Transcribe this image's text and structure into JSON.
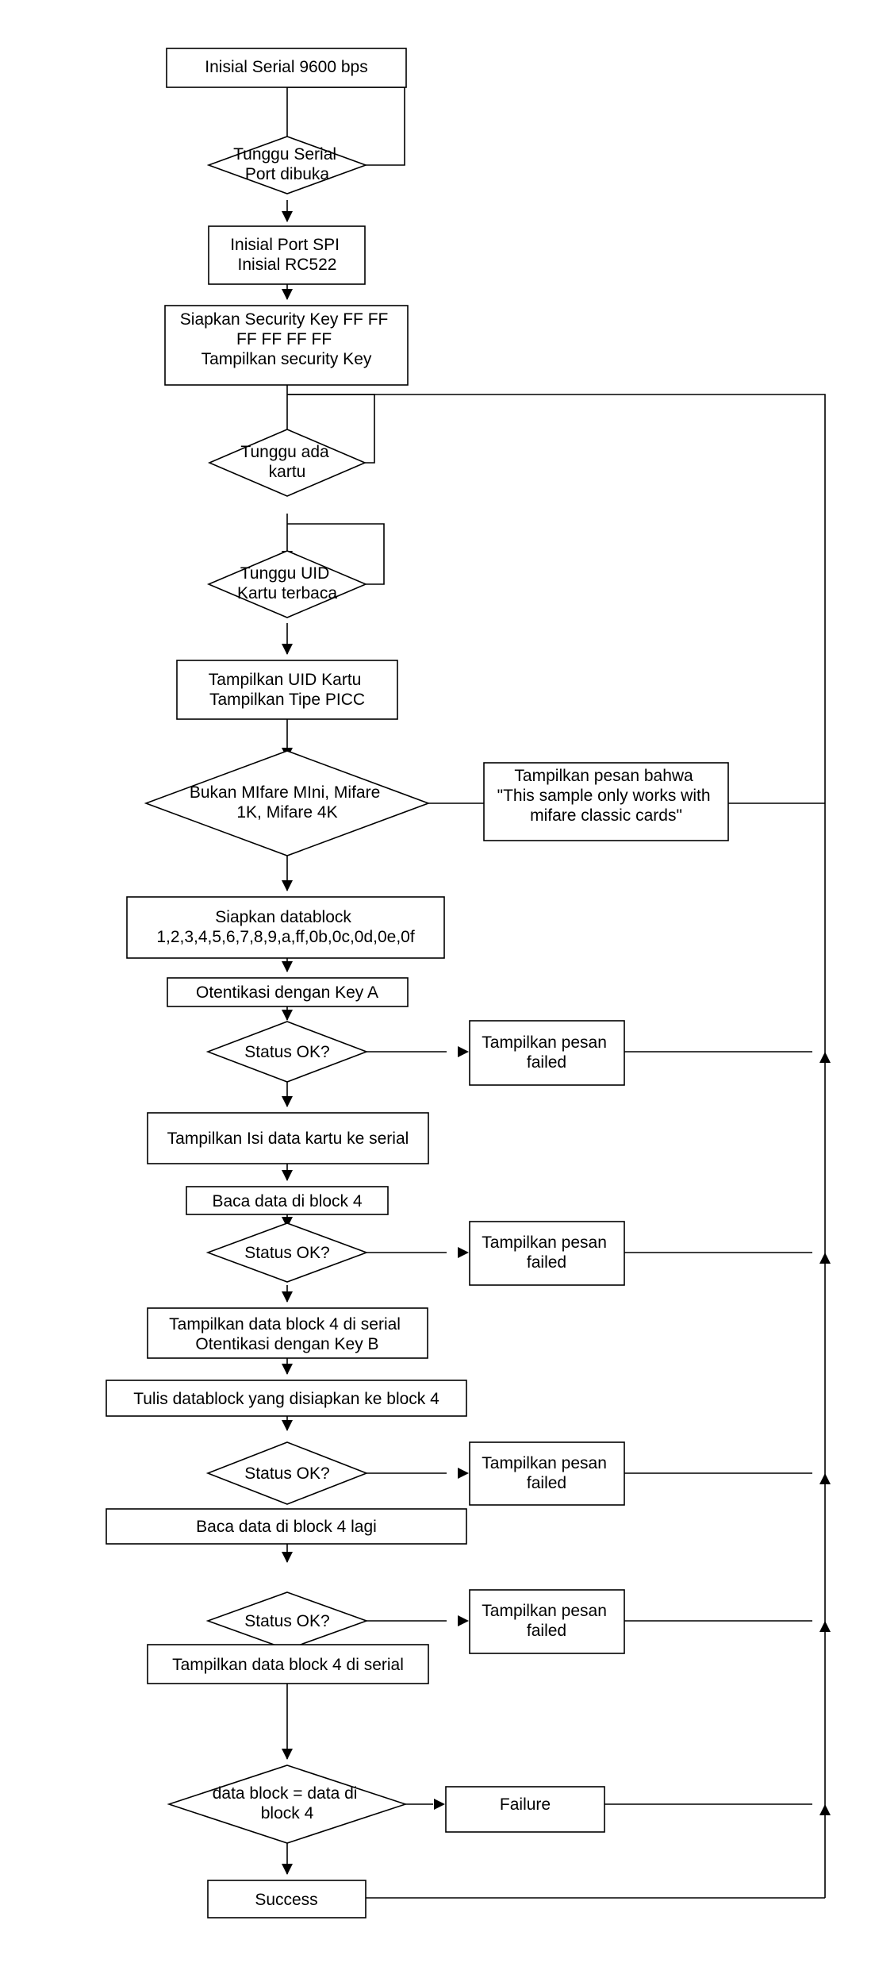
{
  "nodes": {
    "n1": {
      "lines": [
        "Inisial Serial 9600 bps"
      ]
    },
    "n2": {
      "lines": [
        "Tunggu Serial",
        "Port dibuka"
      ]
    },
    "n3": {
      "lines": [
        "Inisial Port SPI",
        "Inisial RC522"
      ]
    },
    "n4": {
      "lines": [
        "Siapkan Security Key FF FF",
        "FF FF FF FF",
        "Tampilkan security Key"
      ]
    },
    "n5": {
      "lines": [
        "Tunggu ada",
        "kartu"
      ]
    },
    "n6": {
      "lines": [
        "Tunggu UID",
        "Kartu terbaca"
      ]
    },
    "n7": {
      "lines": [
        "Tampilkan UID Kartu",
        "Tampilkan Tipe PICC"
      ]
    },
    "n8": {
      "lines": [
        "Bukan MIfare MIni, Mifare",
        "1K, Mifare 4K"
      ]
    },
    "n8r": {
      "lines": [
        "Tampilkan pesan bahwa",
        "\"This sample only works with",
        "mifare classic cards\""
      ]
    },
    "n9": {
      "lines": [
        "Siapkan datablock",
        "1,2,3,4,5,6,7,8,9,a,ff,0b,0c,0d,0e,0f"
      ]
    },
    "n10": {
      "lines": [
        "Otentikasi dengan Key A"
      ]
    },
    "n11": {
      "lines": [
        "Status OK?"
      ]
    },
    "n11r": {
      "lines": [
        "Tampilkan pesan",
        "failed"
      ]
    },
    "n12": {
      "lines": [
        "Tampilkan Isi data kartu ke serial"
      ]
    },
    "n13": {
      "lines": [
        "Baca data di block 4"
      ]
    },
    "n14": {
      "lines": [
        "Status OK?"
      ]
    },
    "n14r": {
      "lines": [
        "Tampilkan pesan",
        "failed"
      ]
    },
    "n15": {
      "lines": [
        "Tampilkan data block 4 di serial",
        "Otentikasi dengan Key B"
      ]
    },
    "n16": {
      "lines": [
        "Tulis datablock yang disiapkan ke block 4"
      ]
    },
    "n17": {
      "lines": [
        "Status OK?"
      ]
    },
    "n17r": {
      "lines": [
        "Tampilkan pesan",
        "failed"
      ]
    },
    "n18": {
      "lines": [
        "Baca data di block 4 lagi"
      ]
    },
    "n19": {
      "lines": [
        "Status OK?"
      ]
    },
    "n19r": {
      "lines": [
        "Tampilkan pesan",
        "failed"
      ]
    },
    "n20": {
      "lines": [
        "Tampilkan data block 4 di serial"
      ]
    },
    "n21": {
      "lines": [
        "data block = data di",
        "block 4"
      ]
    },
    "n21r": {
      "lines": [
        "Failure"
      ]
    },
    "n22": {
      "lines": [
        "Success"
      ]
    }
  }
}
